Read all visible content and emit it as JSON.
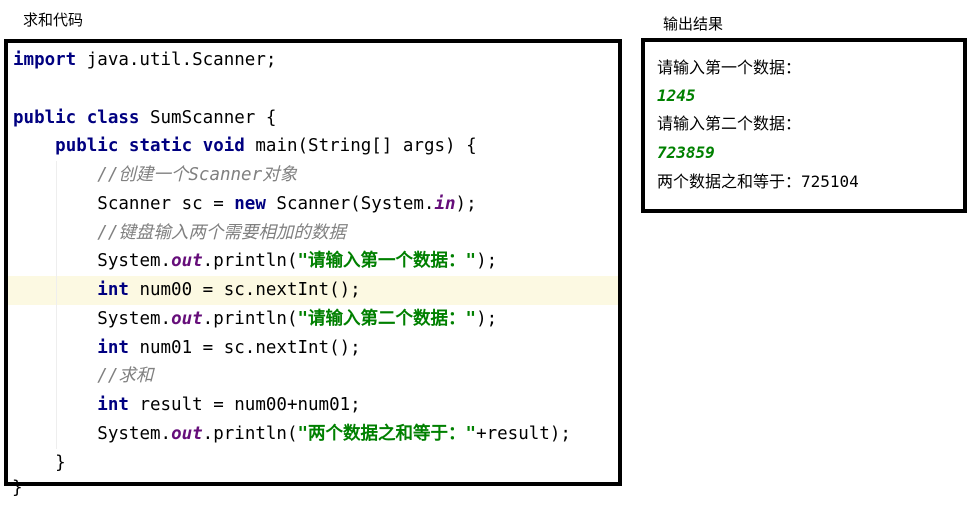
{
  "captions": {
    "code": "求和代码",
    "output": "输出结果"
  },
  "code": {
    "l1": {
      "kw": "import",
      "rest": " java.util.Scanner;"
    },
    "l3": {
      "kw1": "public",
      "kw2": "class",
      "rest": " SumScanner {"
    },
    "l4": {
      "kw1": "public",
      "kw2": "static",
      "kw3": "void",
      "rest": " main(String[] args) {"
    },
    "l5": {
      "comment": "//创建一个Scanner对象"
    },
    "l6": {
      "a": "Scanner sc = ",
      "kw": "new",
      "b": " Scanner(System.",
      "fld": "in",
      "c": ");"
    },
    "l7": {
      "comment": "//键盘输入两个需要相加的数据"
    },
    "l8": {
      "a": "System.",
      "fld": "out",
      "b": ".println(",
      "str": "\"请输入第一个数据：\"",
      "c": ");"
    },
    "l9": {
      "kw": "int",
      "rest": " num00 = sc.nextInt();"
    },
    "l10": {
      "a": "System.",
      "fld": "out",
      "b": ".println(",
      "str": "\"请输入第二个数据：\"",
      "c": ");"
    },
    "l11": {
      "kw": "int",
      "rest": " num01 = sc.nextInt();"
    },
    "l12": {
      "comment": "//求和"
    },
    "l13": {
      "kw": "int",
      "rest": " result = num00+num01;"
    },
    "l14": {
      "a": "System.",
      "fld": "out",
      "b": ".println(",
      "str": "\"两个数据之和等于：\"",
      "c": "+result);"
    },
    "l15": {
      "text": "}"
    },
    "l16": {
      "text": "}"
    }
  },
  "output": {
    "prompt1": "请输入第一个数据：",
    "input1": "1245",
    "prompt2": "请输入第二个数据：",
    "input2": "723859",
    "result_label": "两个数据之和等于：",
    "result_value": "725104"
  }
}
